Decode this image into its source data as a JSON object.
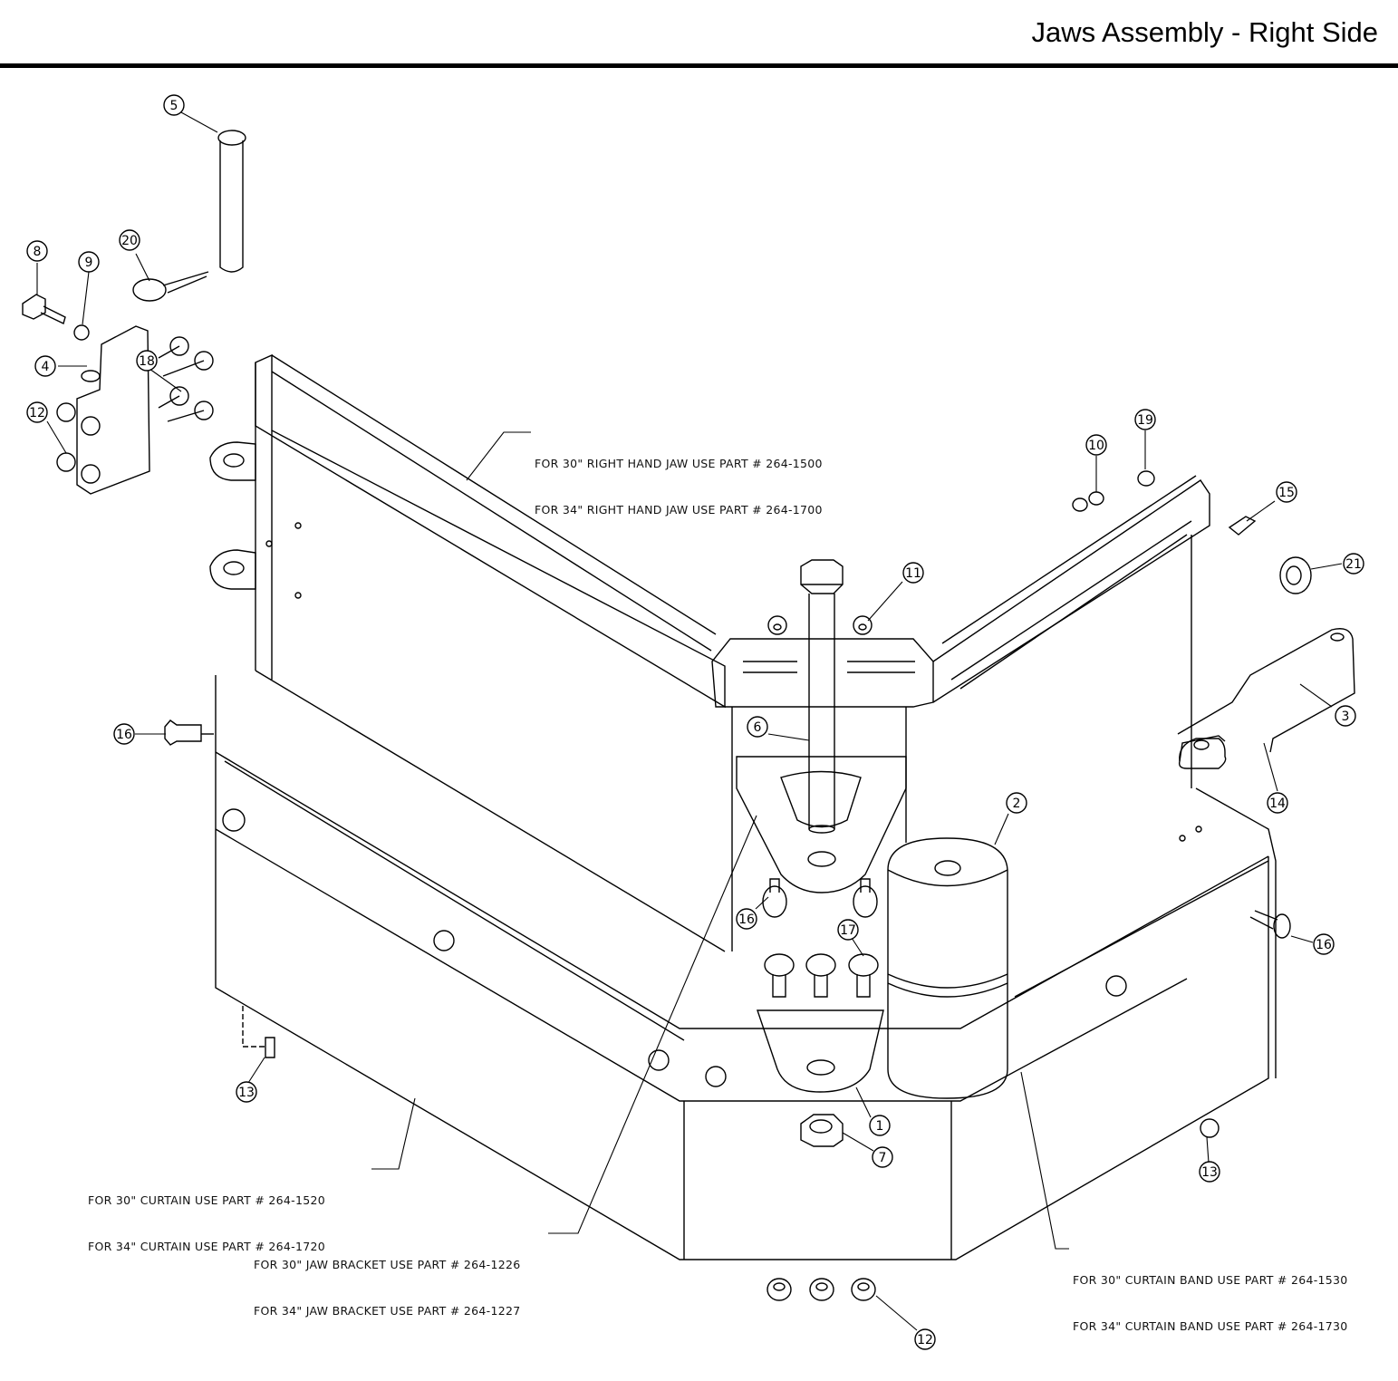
{
  "title": "Jaws Assembly - Right Side",
  "callouts": [
    {
      "id": "c5",
      "label": "5"
    },
    {
      "id": "c20",
      "label": "20"
    },
    {
      "id": "c8",
      "label": "8"
    },
    {
      "id": "c9",
      "label": "9"
    },
    {
      "id": "c4",
      "label": "4"
    },
    {
      "id": "c18",
      "label": "18"
    },
    {
      "id": "c12a",
      "label": "12"
    },
    {
      "id": "c16a",
      "label": "16"
    },
    {
      "id": "c13a",
      "label": "13"
    },
    {
      "id": "c6",
      "label": "6"
    },
    {
      "id": "c11",
      "label": "11"
    },
    {
      "id": "c10",
      "label": "10"
    },
    {
      "id": "c19",
      "label": "19"
    },
    {
      "id": "c15",
      "label": "15"
    },
    {
      "id": "c21",
      "label": "21"
    },
    {
      "id": "c3",
      "label": "3"
    },
    {
      "id": "c14",
      "label": "14"
    },
    {
      "id": "c2",
      "label": "2"
    },
    {
      "id": "c16b",
      "label": "16"
    },
    {
      "id": "c17",
      "label": "17"
    },
    {
      "id": "c16c",
      "label": "16"
    },
    {
      "id": "c1",
      "label": "1"
    },
    {
      "id": "c7",
      "label": "7"
    },
    {
      "id": "c13b",
      "label": "13"
    },
    {
      "id": "c12b",
      "label": "12"
    }
  ],
  "notes": {
    "jaw": [
      "FOR 30\" RIGHT HAND JAW USE PART # 264-1500",
      "FOR 34\" RIGHT HAND JAW USE PART # 264-1700"
    ],
    "curtain": [
      "FOR 30\" CURTAIN USE PART # 264-1520",
      "FOR 34\" CURTAIN USE PART # 264-1720"
    ],
    "jaw_bracket": [
      "FOR 30\" JAW BRACKET USE PART # 264-1226",
      "FOR 34\" JAW BRACKET USE PART # 264-1227"
    ],
    "curtain_band": [
      "FOR 30\" CURTAIN BAND USE PART # 264-1530",
      "FOR 34\" CURTAIN BAND USE PART # 264-1730"
    ]
  }
}
